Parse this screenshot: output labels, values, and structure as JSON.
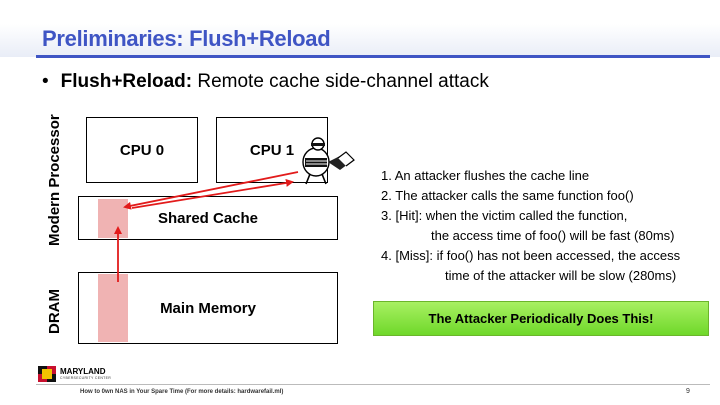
{
  "slide": {
    "title": "Preliminaries: Flush+Reload",
    "bullet_bold": "Flush+Reload:",
    "bullet_text": " Remote cache side-channel attack",
    "bullet_glyph": "•"
  },
  "diagram": {
    "label_processor": "Modern Processor",
    "label_dram": "DRAM",
    "cpu0": "CPU 0",
    "cpu1": "CPU 1",
    "shared_cache": "Shared Cache",
    "main_memory": "Main Memory"
  },
  "steps": [
    "1. An attacker flushes the cache line",
    "2. The attacker calls the same function foo()",
    "3. [Hit]: when the victim called the function,",
    "the access time of foo() will be fast (80ms)",
    "4. [Miss]: if foo() has not been accessed, the access",
    "time of the attacker will be slow (280ms)"
  ],
  "callout": "The Attacker Periodically Does This!",
  "footer": {
    "logo_title": "MARYLAND",
    "logo_subtitle": "CYBERSECURITY CENTER",
    "text": "How to 0wn NAS in Your Spare Time (For more details: hardwarefail.ml)",
    "page": "9"
  },
  "colors": {
    "title_blue": "#3f55c4",
    "arrow_red": "#e21b1b",
    "highlight_pink": "#f0b3b3",
    "callout_green": "#7ee03a",
    "logo_red": "#c8102e"
  }
}
